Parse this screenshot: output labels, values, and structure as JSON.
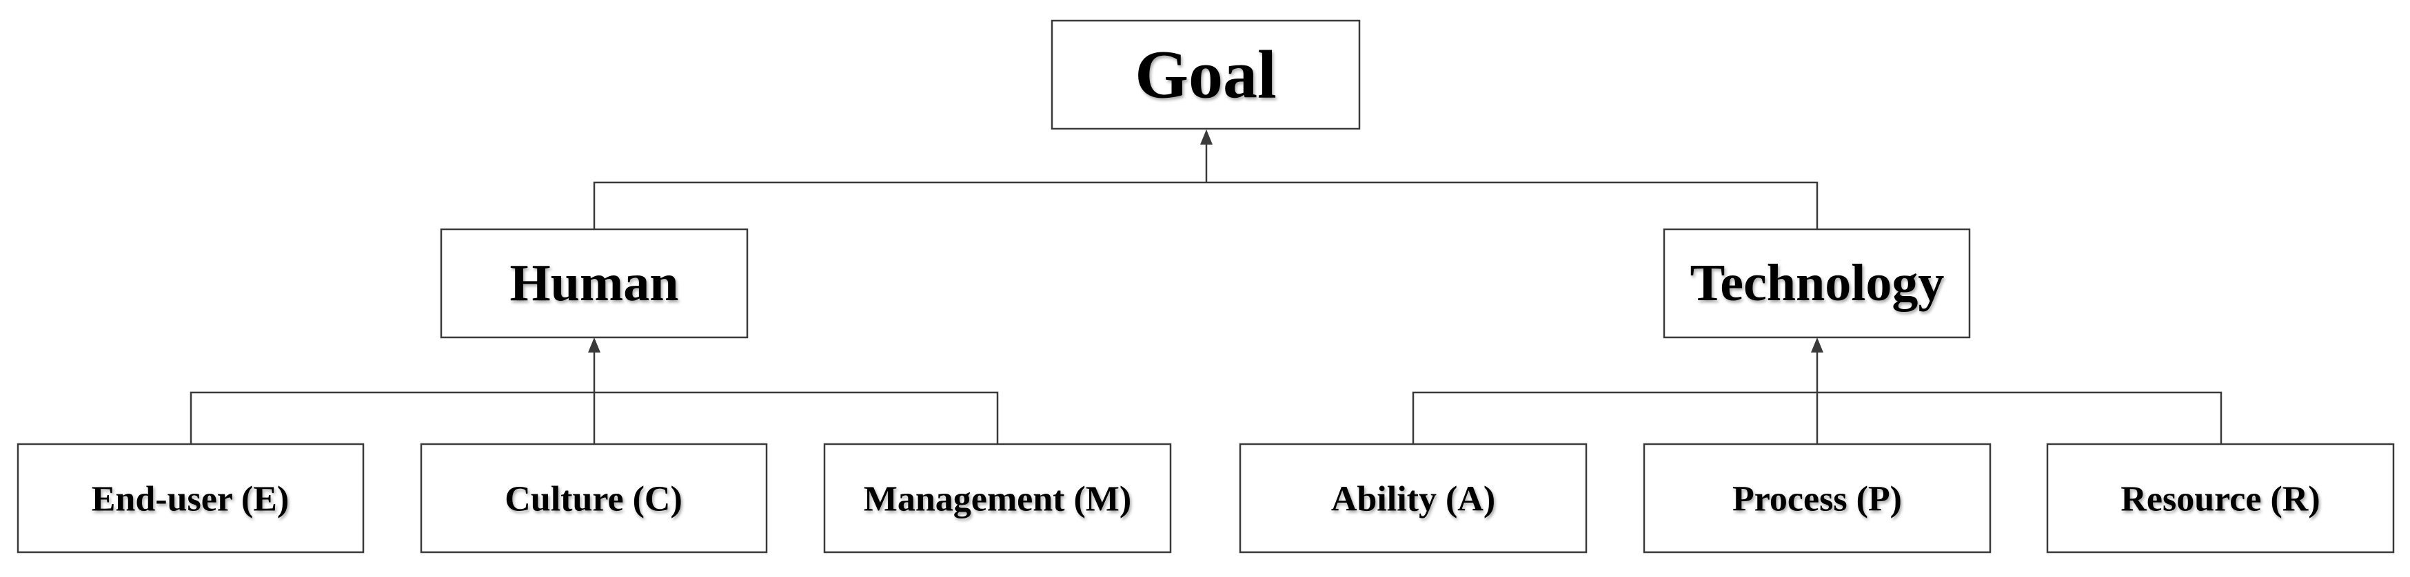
{
  "goal": {
    "label": "Goal"
  },
  "categories": [
    {
      "label": "Human"
    },
    {
      "label": "Technology"
    }
  ],
  "factors": [
    {
      "label": "End-user (E)"
    },
    {
      "label": "Culture (C)"
    },
    {
      "label": "Management (M)"
    },
    {
      "label": "Ability (A)"
    },
    {
      "label": "Process (P)"
    },
    {
      "label": "Resource (R)"
    }
  ]
}
